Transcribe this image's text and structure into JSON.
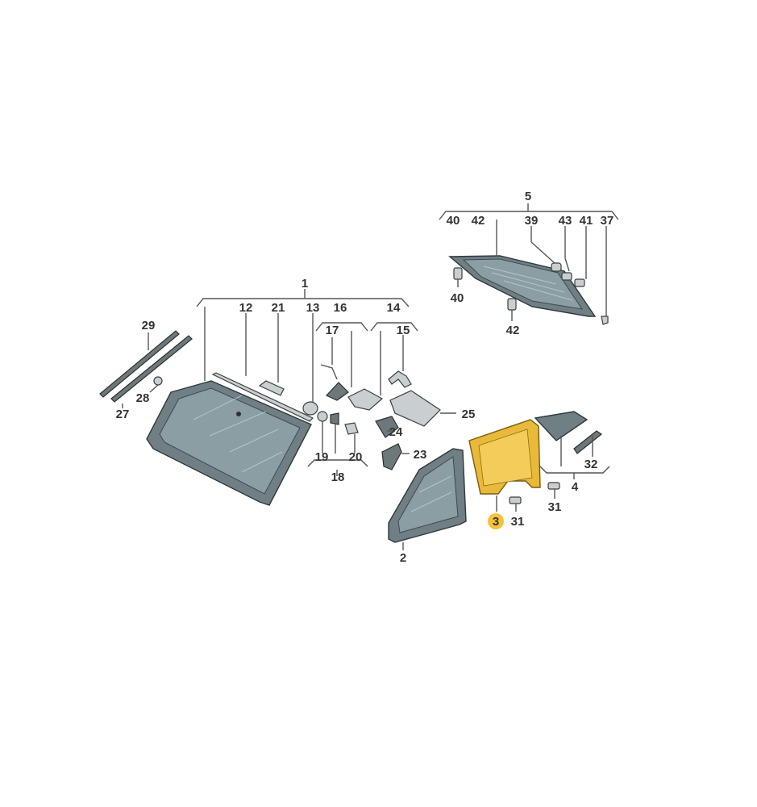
{
  "callouts": {
    "c1": "1",
    "c2": "2",
    "c3": "3",
    "c4": "4",
    "c5": "5",
    "c12": "12",
    "c13": "13",
    "c14": "14",
    "c15": "15",
    "c16": "16",
    "c17": "17",
    "c18": "18",
    "c19": "19",
    "c20": "20",
    "c21": "21",
    "c23": "23",
    "c24": "24",
    "c25": "25",
    "c27": "27",
    "c28": "28",
    "c29": "29",
    "c31": "31",
    "c32": "32",
    "c37": "37",
    "c39": "39",
    "c40a": "40",
    "c40b": "40",
    "c41": "41",
    "c42a": "42",
    "c42b": "42",
    "c43": "43"
  },
  "highlight": {
    "part": "3",
    "color": "#f3c23c"
  },
  "colors": {
    "glass": "#6f7f84",
    "highlight_part": "#e9b93a",
    "text": "#333333"
  }
}
